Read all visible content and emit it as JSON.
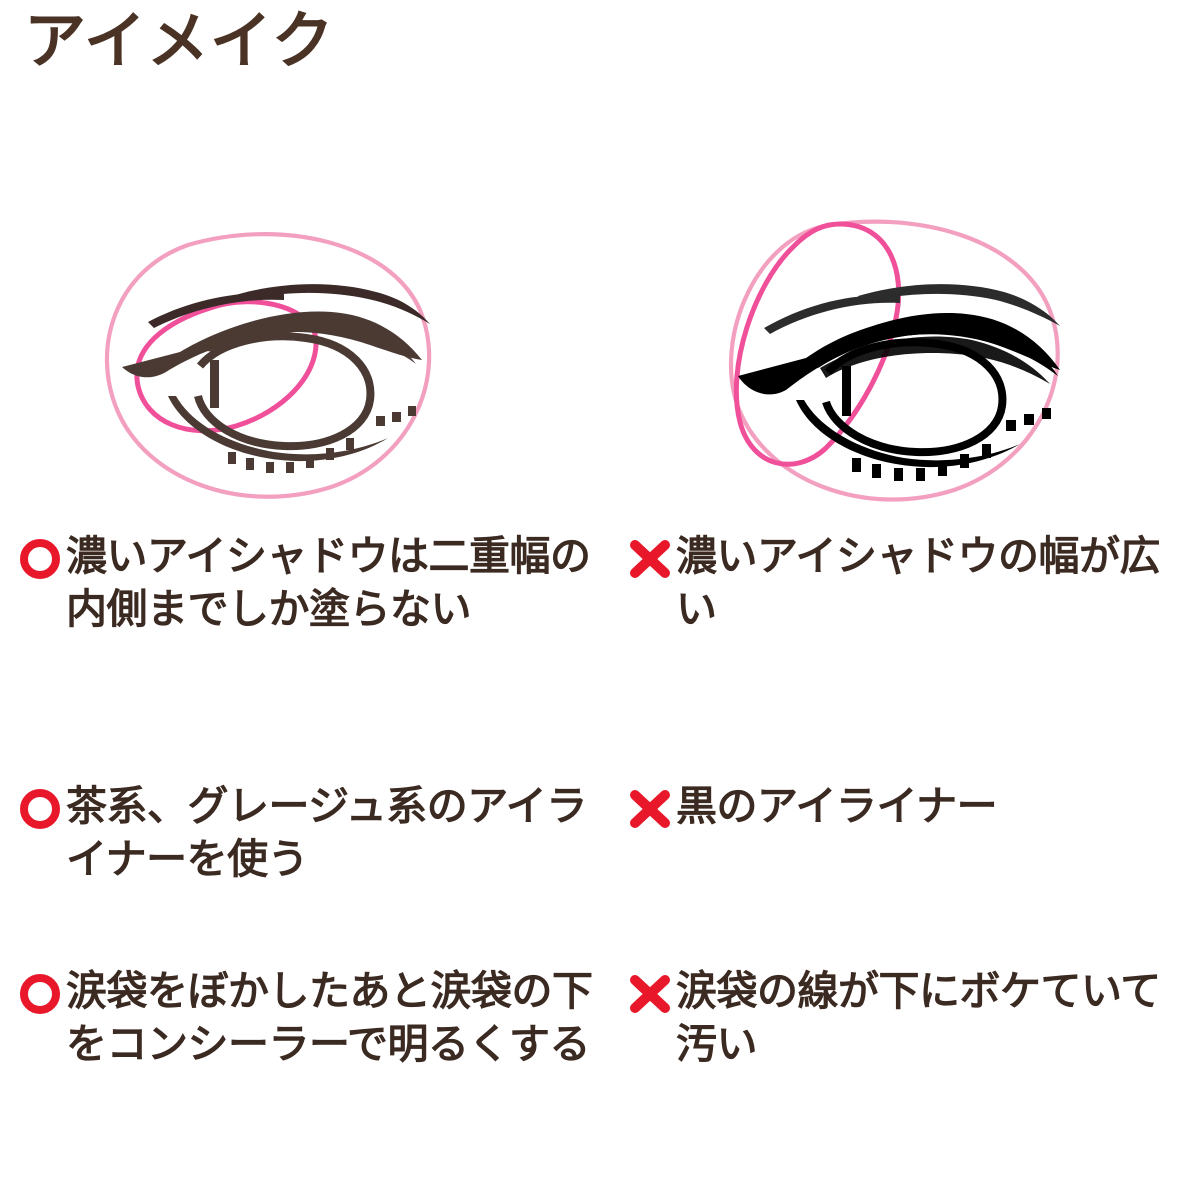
{
  "title": "アイメイク",
  "colors": {
    "title_brown": "#4a3225",
    "text_brown": "#3b2a21",
    "marker_red": "#e8182a",
    "annotation_pink_light": "#f3a0c0",
    "annotation_pink_dark": "#f0509a",
    "eye_good_brown": "#4a3a33",
    "eye_bad_black": "#000000",
    "background": "#ffffff"
  },
  "illustrations": [
    {
      "side": "left",
      "name": "eye-diagram-good",
      "caption_role": "good-example",
      "eye_line_color": "#4a3a33",
      "annotation_circles": [
        "outer-light-pink-oval",
        "inner-dark-pink-oval"
      ],
      "description": "茶系アイシャドウ・二重幅内側までの塗り方"
    },
    {
      "side": "right",
      "name": "eye-diagram-bad",
      "caption_role": "bad-example",
      "eye_line_color": "#000000",
      "annotation_circles": [
        "outer-light-pink-oval",
        "inner-dark-pink-oval"
      ],
      "description": "黒アイライナー・幅の広いアイシャドウ"
    }
  ],
  "rows": [
    {
      "good": {
        "marker": "circle-o-mark",
        "text": "濃いアイシャドウは二重幅の内側までしか塗らない"
      },
      "bad": {
        "marker": "cross-x-mark",
        "text": "濃いアイシャドウの幅が広い"
      }
    },
    {
      "good": {
        "marker": "circle-o-mark",
        "text": "茶系、グレージュ系のアイライナーを使う"
      },
      "bad": {
        "marker": "cross-x-mark",
        "text": "黒のアイライナー"
      }
    },
    {
      "good": {
        "marker": "circle-o-mark",
        "text": "涙袋をぼかしたあと涙袋の下をコンシーラーで明るくする"
      },
      "bad": {
        "marker": "cross-x-mark",
        "text": "涙袋の線が下にボケていて汚い"
      }
    }
  ]
}
